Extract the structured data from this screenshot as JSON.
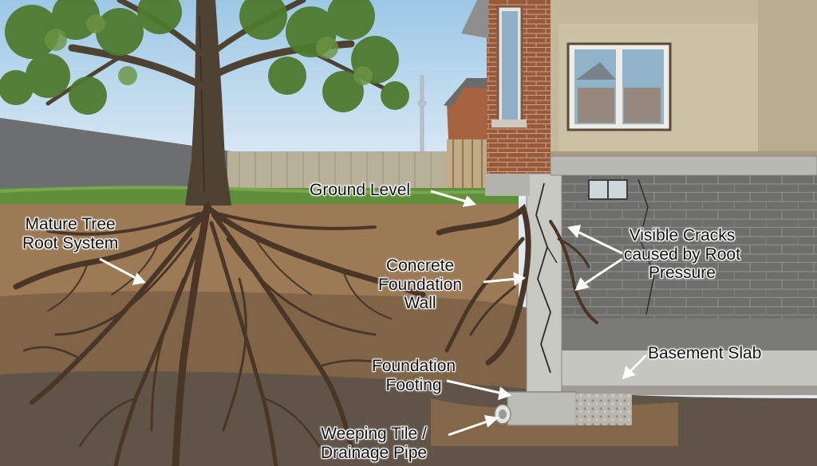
{
  "labels": {
    "ground_level": "Ground Level",
    "mature_tree": [
      "Mature Tree",
      "Root System"
    ],
    "foundation_wall": [
      "Concrete",
      "Foundation",
      "Wall"
    ],
    "visible_cracks": [
      "Visible Cracks",
      "caused by Root",
      "Pressure"
    ],
    "basement_slab": "Basement Slab",
    "foundation_footing": [
      "Foundation",
      "Footing"
    ],
    "weeping_tile": [
      "Weeping Tile /",
      "Drainage Pipe"
    ]
  },
  "colors": {
    "sky": "#cfe3f1",
    "grass": "#5f8f3a",
    "topsoil": "#9b7a55",
    "subsoil": "#6d5740",
    "concrete": "#c9c9c4",
    "brick": "#9a5a3a",
    "root": "#4a3626",
    "foliage": "#4f7a2e"
  }
}
